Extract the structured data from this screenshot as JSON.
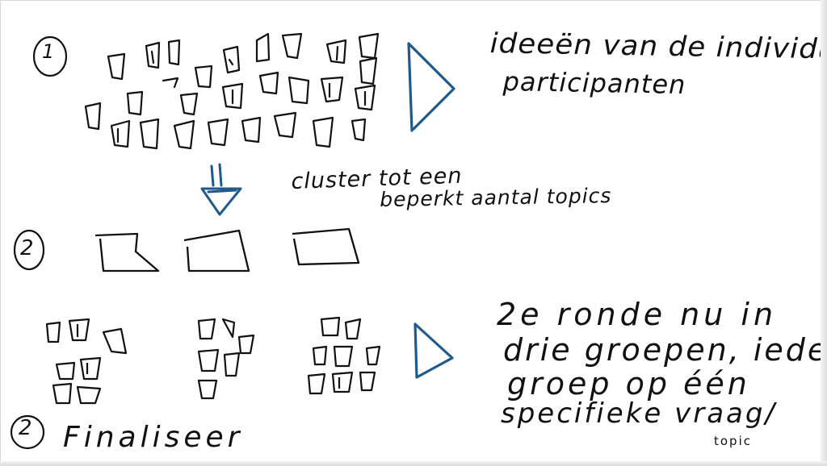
{
  "colors": {
    "ink": "#111111",
    "accent": "#1f5a8c",
    "paper": "#ffffff"
  },
  "step_labels": {
    "step1": "1",
    "step2": "2",
    "step3": "2"
  },
  "notes": {
    "ideas_line1": "ideeën van de individuele",
    "ideas_line2": "participanten",
    "cluster_line1": "cluster tot een",
    "cluster_line2": "beperkt aantal topics",
    "round_line1": "2e ronde nu in",
    "round_line2": "drie groepen, iedere",
    "round_line3": "groep op één",
    "round_line4": "specifieke vraag/",
    "round_line5": "topic",
    "finalize": "Finaliseer"
  },
  "icons": {
    "arrow_right": "triangle-arrow-icon",
    "arrow_down": "funnel-down-arrow-icon"
  }
}
